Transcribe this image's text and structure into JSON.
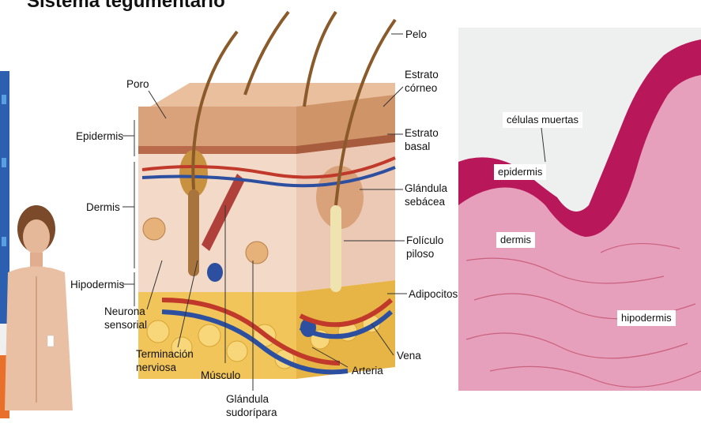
{
  "title": "Sistema tegumentario",
  "diagram_labels": {
    "poro": "Poro",
    "epidermis": "Epidermis",
    "dermis": "Dermis",
    "hipodermis": "Hipodermis",
    "neurona_sensorial": "Neurona sensorial",
    "terminacion_nerviosa": "Terminación nerviosa",
    "musculo": "Músculo",
    "glandula_sudoripara": "Glándula sudorípara",
    "arteria": "Arteria",
    "vena": "Vena",
    "adipocitos": "Adipocitos",
    "foliculo_piloso": "Folículo piloso",
    "glandula_sebacea": "Glándula sebácea",
    "estrato_basal": "Estrato basal",
    "estrato_corneo": "Estrato córneo",
    "pelo": "Pelo"
  },
  "micrograph_labels": {
    "celulas_muertas": "células muertas",
    "epidermis": "epidermis",
    "dermis": "dermis",
    "hipodermis": "hipodermis"
  },
  "colors": {
    "epidermis": "#d9a27a",
    "dermis": "#f3d9c8",
    "hypodermis": "#f1c55a",
    "artery": "#c0392b",
    "vein": "#2d4fa0",
    "hair": "#8a5a2b",
    "tissue_pink": "#d66a93",
    "epi_magenta": "#b8185a"
  }
}
